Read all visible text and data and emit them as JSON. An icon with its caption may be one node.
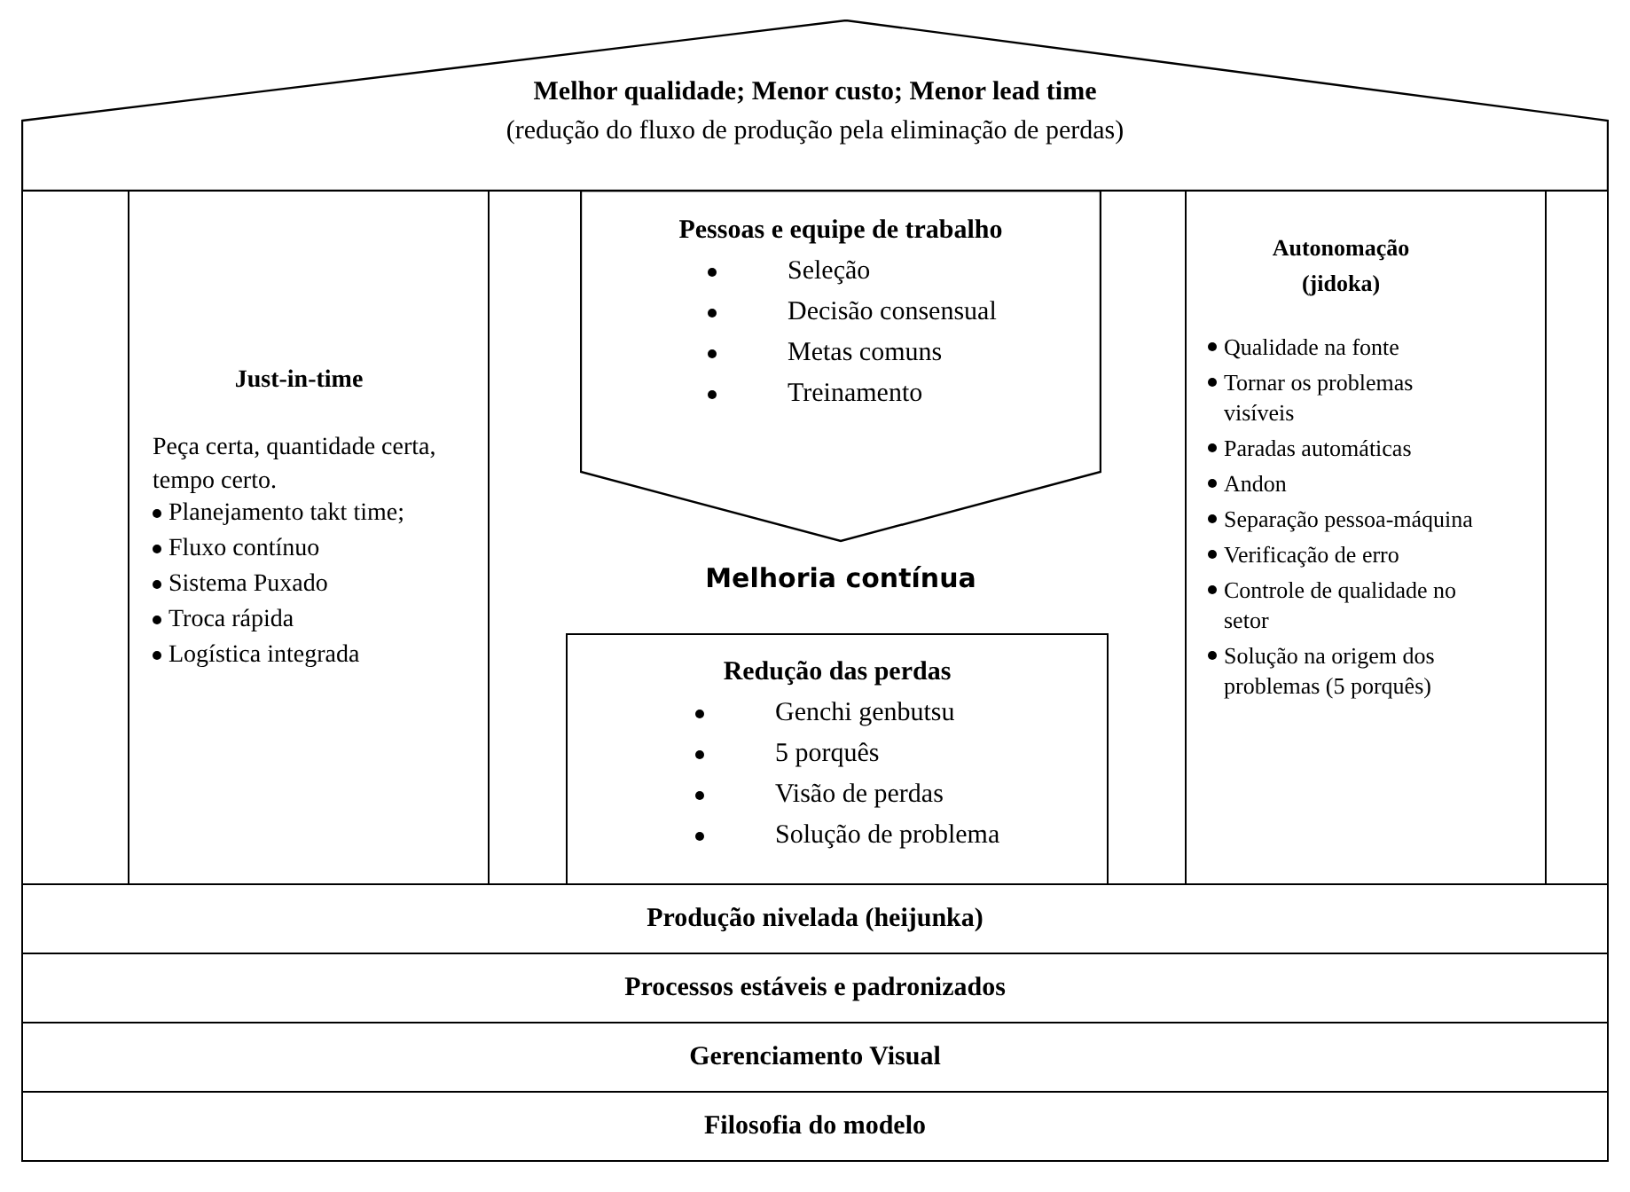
{
  "diagram": {
    "nodes": [
      {
        "text": [
          "Melhor qualidade; Menor custo; Menor lead time",
          "(redução do fluxo de produção pela eliminação de perdas)"
        ]
      },
      {
        "text": [
          "Just-in-time",
          "Peça certa, quantidade certa, tempo certo.",
          "Planejamento takt time;",
          "Fluxo contínuo",
          "Sistema Puxado",
          "Troca rápida",
          "Logística integrada"
        ]
      },
      {
        "text": [
          "Pessoas e equipe de trabalho",
          "Seleção",
          "Decisão consensual",
          "Metas comuns",
          "Treinamento"
        ]
      },
      {
        "text": [
          "Redução das perdas",
          "Genchi genbutsu",
          "5 porquês",
          "Visão de perdas",
          "Solução de problema"
        ]
      },
      {
        "text": [
          "Autonomação (jidoka)",
          "Qualidade na fonte",
          "Tornar os problemas visíveis",
          "Paradas automáticas",
          "Andon",
          "Separação pessoa-máquina",
          "Verificação de erro",
          "Controle de qualidade no setor",
          "Solução na origem dos problemas (5 porquês)"
        ]
      },
      {
        "text": [
          "Produção nivelada (heijunka)"
        ]
      },
      {
        "text": [
          "Processos estáveis e padronizados"
        ]
      },
      {
        "text": [
          "Gerenciamento Visual"
        ]
      },
      {
        "text": [
          "Filosofia do modelo"
        ]
      }
    ],
    "labels": [
      "Melhoria contínua"
    ]
  }
}
